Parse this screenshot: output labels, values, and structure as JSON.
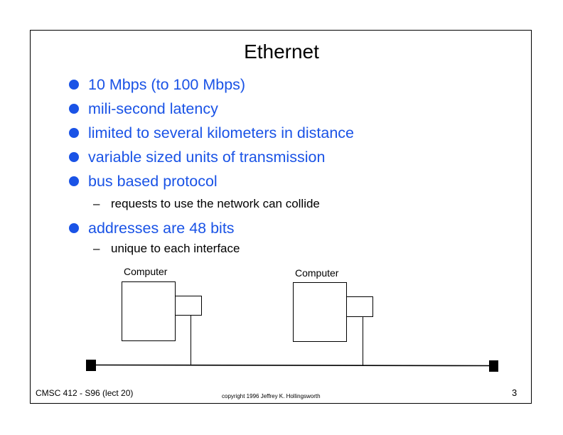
{
  "slide": {
    "title": "Ethernet",
    "bullets": [
      {
        "text": "10 Mbps (to 100 Mbps)"
      },
      {
        "text": "mili-second latency"
      },
      {
        "text": "limited to several kilometers in distance"
      },
      {
        "text": "variable sized units of transmission"
      },
      {
        "text": "bus based protocol",
        "sub": "requests to use the network can collide"
      },
      {
        "text": "addresses are 48 bits",
        "sub": "unique to each interface"
      }
    ],
    "sub_marker": "–",
    "diagram": {
      "computer_left_label": "Computer",
      "computer_right_label": "Computer"
    },
    "footer": {
      "course": "CMSC 412 - S96  (lect 20)",
      "copyright": "copyright 1996  Jeffrey K. Hollingsworth",
      "page": "3"
    },
    "accent_color": "#1a53e6"
  }
}
